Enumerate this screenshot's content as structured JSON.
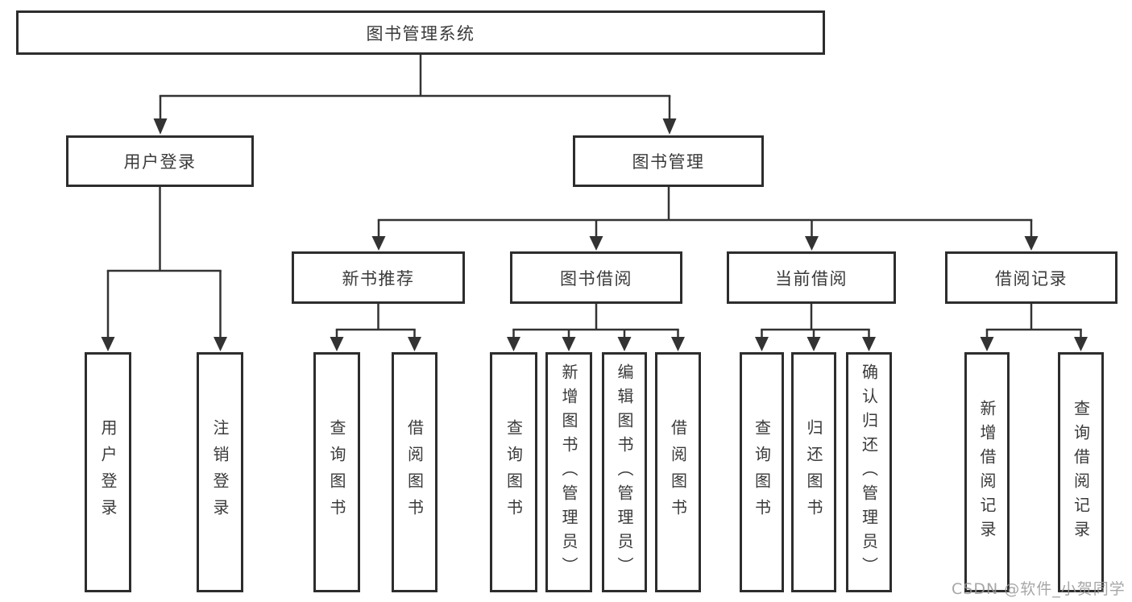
{
  "tree": {
    "root": {
      "label": "图书管理系统"
    },
    "branches": [
      {
        "label": "用户登录",
        "children": [
          {
            "label": "用户登录"
          },
          {
            "label": "注销登录"
          }
        ]
      },
      {
        "label": "图书管理",
        "children": [
          {
            "label": "新书推荐",
            "children": [
              {
                "label": "查询图书"
              },
              {
                "label": "借阅图书"
              }
            ]
          },
          {
            "label": "图书借阅",
            "children": [
              {
                "label": "查询图书"
              },
              {
                "label": "新增图书（管理员）"
              },
              {
                "label": "编辑图书（管理员）"
              },
              {
                "label": "借阅图书"
              }
            ]
          },
          {
            "label": "当前借阅",
            "children": [
              {
                "label": "查询图书"
              },
              {
                "label": "归还图书"
              },
              {
                "label": "确认归还（管理员）"
              }
            ]
          },
          {
            "label": "借阅记录",
            "children": [
              {
                "label": "新增借阅记录"
              },
              {
                "label": "查询借阅记录"
              }
            ]
          }
        ]
      }
    ]
  },
  "watermark": {
    "text": "CSDN @软件_小贺同学"
  },
  "colors": {
    "line": "#333333",
    "box_border": "#2d2d2d",
    "box_fill": "#ffffff",
    "text": "#3a3a3a",
    "background": "#ffffff",
    "watermark": "#9b9b9b"
  }
}
